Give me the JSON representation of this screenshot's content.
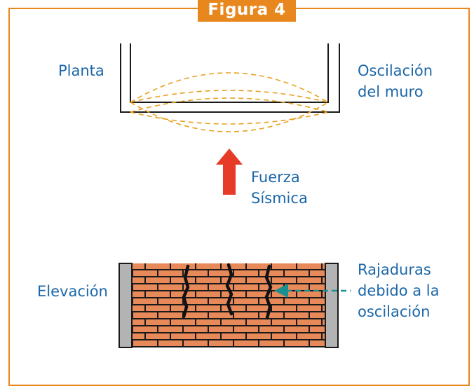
{
  "figure_label": "Figura 4",
  "labels": {
    "planta": "Planta",
    "oscilacion_muro_1": "Oscilación",
    "oscilacion_muro_2": "del muro",
    "fuerza": "Fuerza",
    "sismica": "Sísmica",
    "elevacion": "Elevación",
    "rajaduras_1": "Rajaduras",
    "rajaduras_2": "debido a la",
    "rajaduras_3": "oscilación"
  },
  "colors": {
    "frame_orange": "#e8871e",
    "label_blue": "#1c67a8",
    "arrow_red": "#e63b26",
    "brick": "#e8895a",
    "mortar": "#1a1a1a",
    "column_gray": "#b3b3b3",
    "pointer_teal": "#1a8f91",
    "oscillation_dashes": "#e8a020"
  }
}
